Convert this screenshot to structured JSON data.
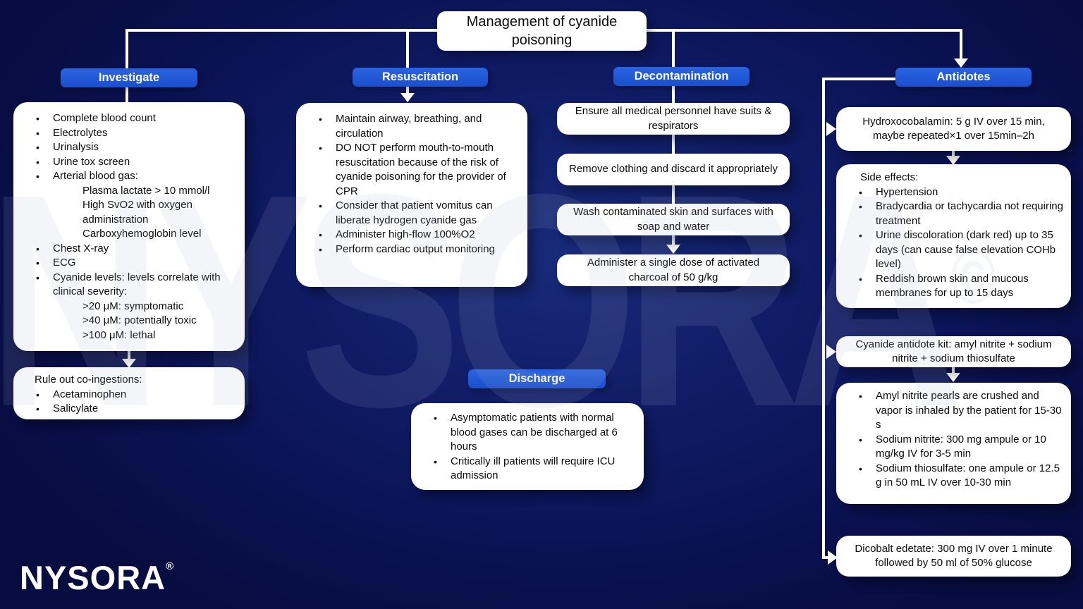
{
  "title": "Management of cyanide poisoning",
  "watermark": {
    "text": "NYSORA",
    "symbol": "©"
  },
  "logo": {
    "name": "NYSORA",
    "registered_mark": "®"
  },
  "colors": {
    "background": "#0d175c",
    "accent": "#1d54d3",
    "card": "#ffffff",
    "connector": "#ffffff"
  },
  "investigate": {
    "label": "Investigate",
    "lines": [
      "Complete blood count",
      "Electrolytes",
      "Urinalysis",
      "Urine tox screen",
      "Arterial blood gas:",
      "Plasma lactate > 10 mmol/l",
      "High SvO2 with oxygen administration",
      "Carboxyhemoglobin level",
      "Chest X-ray",
      "ECG",
      "Cyanide levels: levels correlate with clinical severity:",
      ">20 μM: symptomatic",
      ">40 μM: potentially toxic",
      ">100 μM: lethal"
    ]
  },
  "rule_out": {
    "heading": "Rule out co-ingestions:",
    "lines": [
      "Acetaminophen",
      "Salicylate"
    ]
  },
  "resuscitation": {
    "label": "Resuscitation",
    "lines": [
      "Maintain airway, breathing, and circulation",
      "DO NOT perform mouth-to-mouth resuscitation because of the risk of cyanide poisoning for the provider of CPR",
      "Consider that patient vomitus can liberate hydrogen cyanide gas",
      "Administer high-flow 100%O2",
      "Perform cardiac output monitoring"
    ]
  },
  "decontamination": {
    "label": "Decontamination",
    "steps": [
      "Ensure all medical personnel have suits & respirators",
      "Remove clothing and discard it appropriately",
      "Wash contaminated skin and surfaces with soap and water",
      "Administer a single dose of activated charcoal of 50 g/kg"
    ]
  },
  "discharge": {
    "label": "Discharge",
    "lines": [
      "Asymptomatic patients with normal blood gases can be discharged at 6 hours",
      "Critically ill patients will require ICU admission"
    ]
  },
  "antidotes": {
    "label": "Antidotes",
    "hydroxocobalamin": "Hydroxocobalamin: 5 g IV over 15 min, maybe repeated×1 over 15min–2h",
    "side_effects": {
      "heading": "Side effects:",
      "lines": [
        "Hypertension",
        "Bradycardia or tachycardia not requiring treatment",
        "Urine discoloration (dark red) up to 35 days (can cause false elevation COHb level)",
        "Reddish brown skin and mucous membranes for up to 15 days"
      ]
    },
    "kit": "Cyanide antidote kit: amyl nitrite + sodium nitrite + sodium thiosulfate",
    "kit_details": [
      "Amyl nitrite pearls are crushed and vapor is inhaled by the patient for 15-30 s",
      "Sodium nitrite: 300 mg ampule or 10 mg/kg IV for 3-5 min",
      "Sodium thiosulfate: one ampule or 12.5 g in 50 mL IV over 10-30 min"
    ],
    "dicobalt": "Dicobalt edetate: 300 mg IV over 1 minute followed by 50 ml of 50% glucose"
  }
}
